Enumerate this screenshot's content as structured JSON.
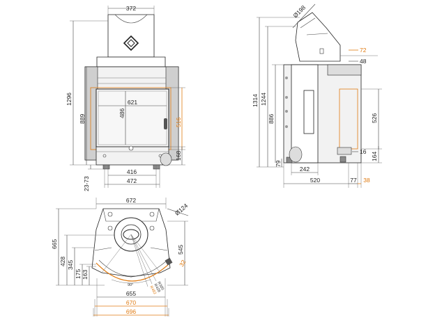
{
  "front_view": {
    "width_top": "372",
    "height_total": "1296",
    "height_889": "889",
    "glass_width": "621",
    "glass_height": "486",
    "opening_height": "516",
    "base_height": "168",
    "base_width_inner": "416",
    "base_width": "472",
    "foot_range": "23-73"
  },
  "side_view": {
    "flue_diameter": "Ø198",
    "height_total": "1314",
    "height_1244": "1244",
    "height_886": "886",
    "dim_72": "72",
    "dim_48": "48",
    "dim_526": "526",
    "dim_16": "16",
    "dim_164": "164",
    "dim_79": "79",
    "dim_242": "242",
    "depth": "520",
    "dim_77": "77",
    "dim_38": "38"
  },
  "plan_view": {
    "width_top": "672",
    "flue_diameter": "Ø124",
    "depth_total": "665",
    "dim_428": "428",
    "dim_345": "345",
    "dim_175": "175",
    "dim_163": "163",
    "dim_545": "545",
    "dim_32": "32",
    "angle": "90°",
    "radius_r300": "R300",
    "radius_r428": "R428",
    "radius_r452": "R452",
    "width_655": "655",
    "width_670": "670",
    "width_696": "696"
  },
  "colors": {
    "line": "#444444",
    "accent": "#e07a10"
  }
}
